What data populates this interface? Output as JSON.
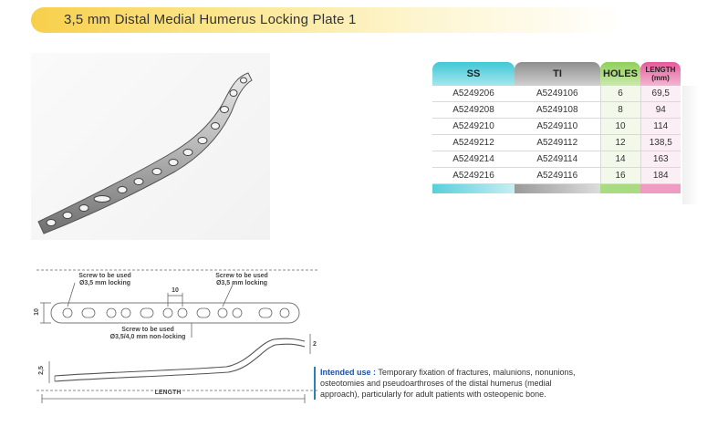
{
  "title": "3,5 mm Distal Medial Humerus Locking Plate 1",
  "table": {
    "headers": {
      "ss": "SS",
      "ti": "TI",
      "holes": "HOLES",
      "length_line1": "LENGTH",
      "length_line2": "(mm)"
    },
    "rows": [
      {
        "ss": "A5249206",
        "ti": "A5249106",
        "holes": "6",
        "length": "69,5"
      },
      {
        "ss": "A5249208",
        "ti": "A5249108",
        "holes": "8",
        "length": "94"
      },
      {
        "ss": "A5249210",
        "ti": "A5249110",
        "holes": "10",
        "length": "114"
      },
      {
        "ss": "A5249212",
        "ti": "A5249112",
        "holes": "12",
        "length": "138,5"
      },
      {
        "ss": "A5249214",
        "ti": "A5249114",
        "holes": "14",
        "length": "163"
      },
      {
        "ss": "A5249216",
        "ti": "A5249116",
        "holes": "16",
        "length": "184"
      }
    ]
  },
  "drawing": {
    "screw_left_line1": "Screw to be used",
    "screw_left_line2": "Ø3,5 mm locking",
    "screw_right_line1": "Screw to be used",
    "screw_right_line2": "Ø3,5 mm locking",
    "screw_mid_line1": "Screw to be used",
    "screw_mid_line2": "Ø3,5/4,0 mm non-locking",
    "dim_spacing": "10",
    "dim_width": "10",
    "dim_thickness": "2,5",
    "dim_thickness_end": "2",
    "length_label": "LENGTH"
  },
  "intended_use": {
    "lead": "Intended use :",
    "text": " Temporary fixation of fractures, malunions, nonunions, osteotomies and pseudoarthroses of the distal humerus (medial approach), particularly for adult patients with osteopenic bone."
  }
}
